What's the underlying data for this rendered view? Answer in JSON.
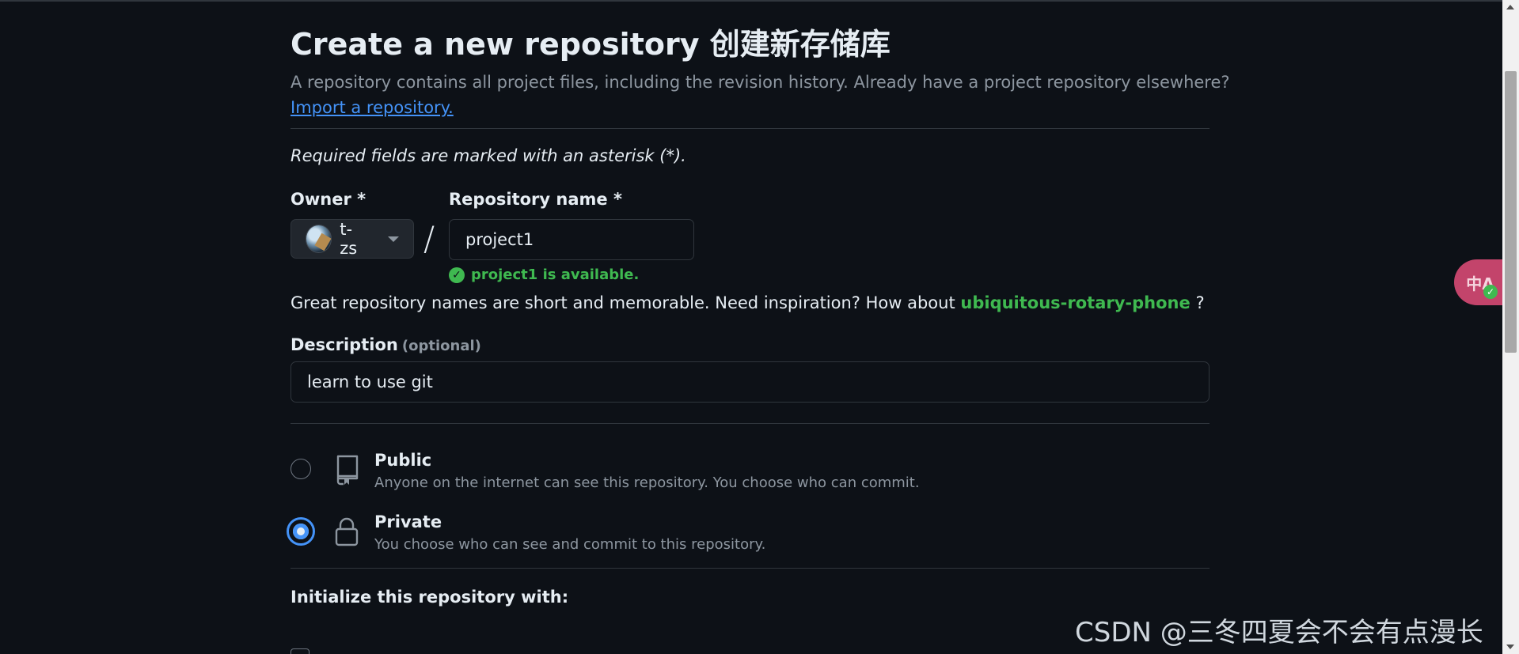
{
  "page": {
    "title": "Create a new repository 创建新存储库",
    "subtitle": "A repository contains all project files, including the revision history. Already have a project repository elsewhere?",
    "import_link": "Import a repository.",
    "required_note": "Required fields are marked with an asterisk (*)."
  },
  "owner": {
    "label": "Owner *",
    "name": "t-zs"
  },
  "repo": {
    "label": "Repository name *",
    "value": "project1",
    "available": "project1 is available."
  },
  "inspiration": {
    "text": "Great repository names are short and memorable. Need inspiration? How about",
    "suggestion": "ubiquitous-rotary-phone",
    "suffix": "?"
  },
  "description": {
    "label": "Description",
    "optional": "(optional)",
    "value": "learn to use git"
  },
  "visibility": {
    "public": {
      "title": "Public",
      "desc": "Anyone on the internet can see this repository. You choose who can commit.",
      "selected": false
    },
    "private": {
      "title": "Private",
      "desc": "You choose who can see and commit to this repository.",
      "selected": true
    }
  },
  "initialize": {
    "label": "Initialize this repository with:"
  },
  "translate": {
    "icon_text": "中A"
  },
  "watermark": "CSDN @三冬四夏会不会有点漫长",
  "colors": {
    "background": "#0d1117",
    "accent_blue": "#4493f8",
    "success_green": "#3fb950",
    "muted_text": "#8d96a0",
    "border": "#30363d"
  }
}
